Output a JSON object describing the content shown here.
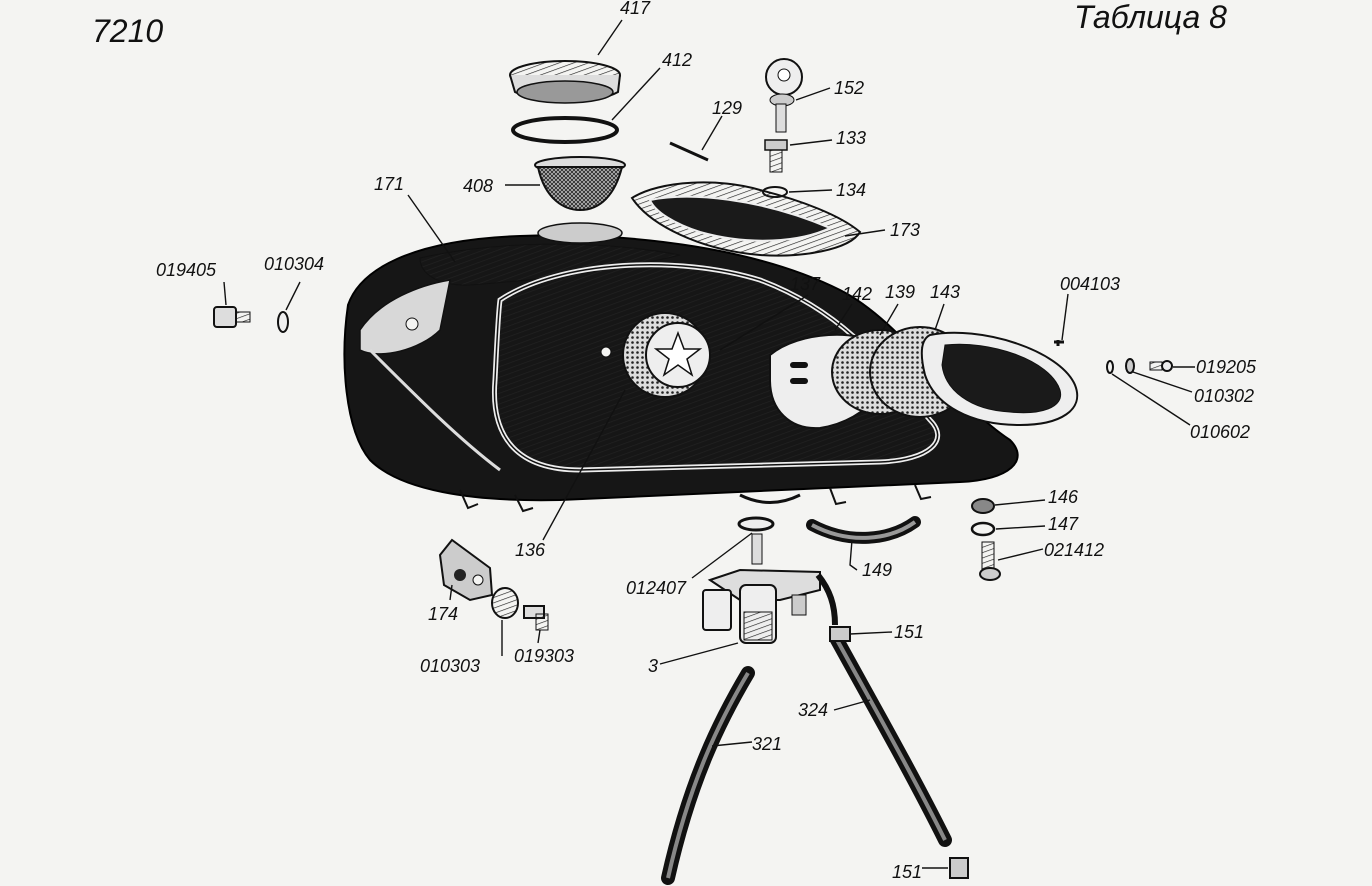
{
  "header": {
    "code": "7210",
    "table": "Таблица 8"
  },
  "labels": {
    "p417": "417",
    "p412": "412",
    "p129": "129",
    "p152": "152",
    "p133": "133",
    "p134": "134",
    "p408": "408",
    "p171": "171",
    "p173": "173",
    "p019405": "019405",
    "p010304": "010304",
    "p137": "137",
    "p142": "142",
    "p139": "139",
    "p143": "143",
    "p004103": "004103",
    "p019205": "019205",
    "p010302": "010302",
    "p010602": "010602",
    "p146": "146",
    "p147": "147",
    "p021412": "021412",
    "p136": "136",
    "p012407": "012407",
    "p149": "149",
    "p174": "174",
    "p010303": "010303",
    "p019303": "019303",
    "p3": "3",
    "p151a": "151",
    "p324": "324",
    "p321": "321",
    "p151b": "151"
  }
}
